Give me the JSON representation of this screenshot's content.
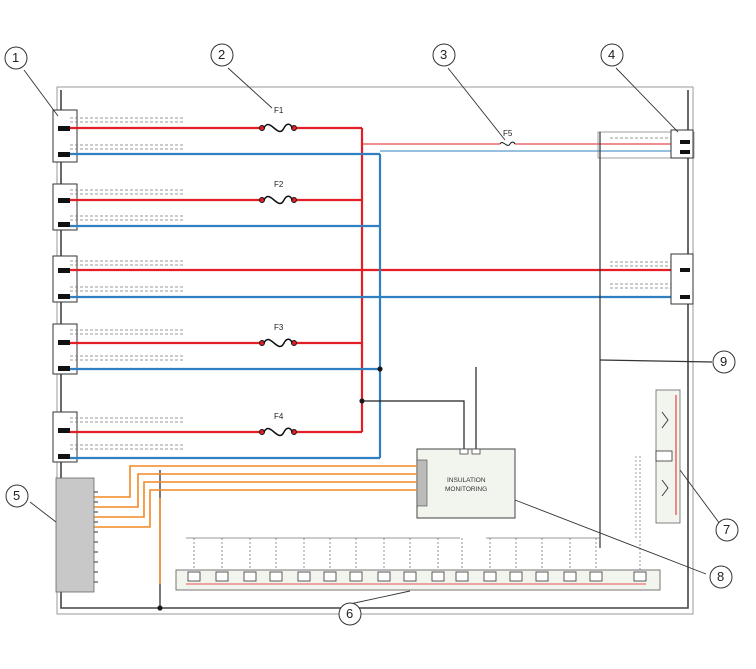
{
  "callouts": [
    "1",
    "2",
    "3",
    "4",
    "5",
    "6",
    "7",
    "8",
    "9"
  ],
  "fuses": [
    "F1",
    "F2",
    "F3",
    "F4",
    "F5"
  ],
  "insulation_box": {
    "line1": "INSULATION",
    "line2": "MONITORING"
  },
  "colors": {
    "positive_wire": "#e31e24",
    "negative_wire": "#2f7fc1",
    "signal_wire": "#f08a24",
    "frame": "#555555",
    "terminal": "#111111",
    "connector_panel": "#c8c8c8",
    "module_fill": "#f2f4ee"
  }
}
